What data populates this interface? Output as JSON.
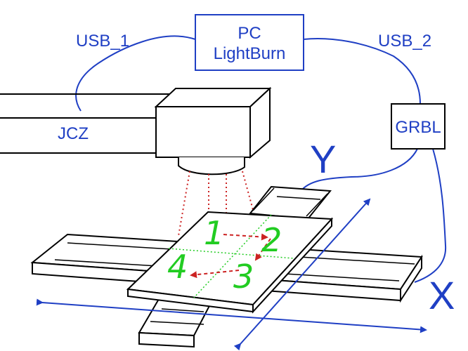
{
  "labels": {
    "pc_line1": "PC",
    "pc_line2": "LightBurn",
    "usb1": "USB_1",
    "usb2": "USB_2",
    "jcz": "JCZ",
    "grbl": "GRBL",
    "y_axis": "Y",
    "x_axis": "X"
  },
  "quadrants": [
    "1",
    "2",
    "3",
    "4"
  ],
  "colors": {
    "cable": "#1f3fc4",
    "beam": "#cc2222",
    "numbers": "#22cc22",
    "outline": "#000000"
  }
}
